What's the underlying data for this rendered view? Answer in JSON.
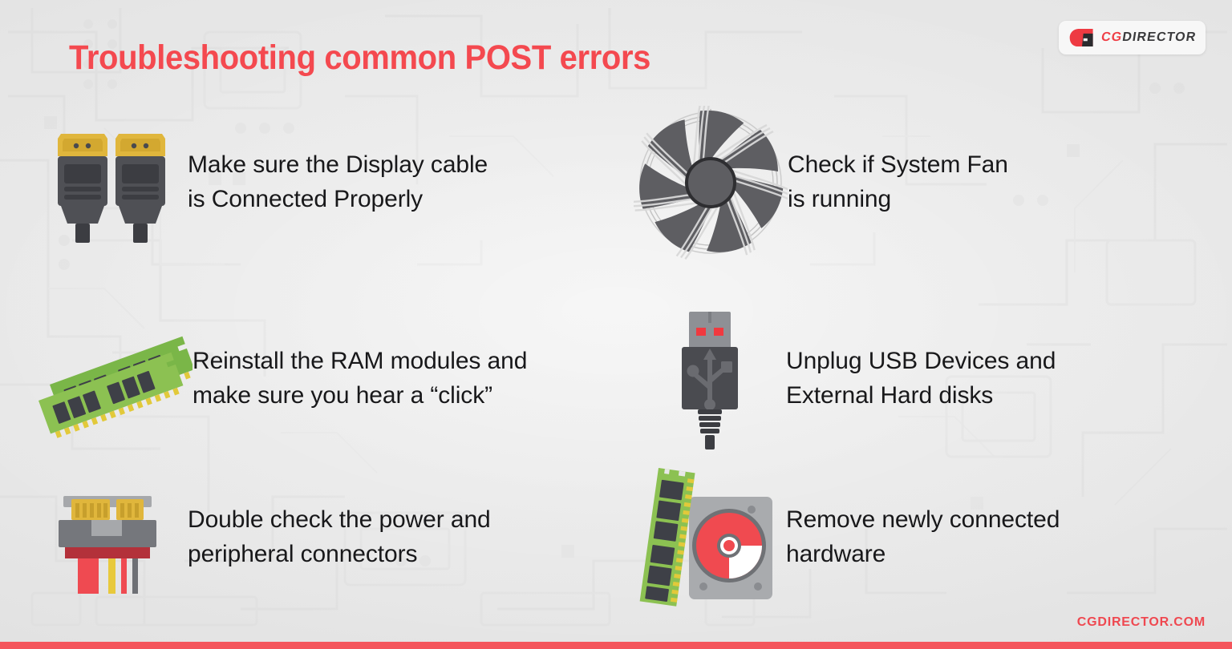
{
  "header": {
    "title": "Troubleshooting common POST errors",
    "title_color": "#f4494f",
    "logo_cg": "CG",
    "logo_director": "DIRECTOR",
    "logo_mark_name": "cgdirector-g-mark"
  },
  "items": [
    {
      "icon": "hdmi-display-cable-icon",
      "text": "Make sure the Display cable\nis Connected Properly"
    },
    {
      "icon": "system-fan-icon",
      "text": "Check if System Fan\nis running"
    },
    {
      "icon": "ram-modules-icon",
      "text": "Reinstall the RAM modules and\nmake sure you hear a “click”"
    },
    {
      "icon": "usb-connector-icon",
      "text": "Unplug USB Devices and\nExternal Hard disks"
    },
    {
      "icon": "power-peripheral-connector-icon",
      "text": "Double check the power and\nperipheral connectors"
    },
    {
      "icon": "ram-and-hard-drive-icon",
      "text": "Remove newly connected\nhardware"
    }
  ],
  "footer": {
    "url": "CGDIRECTOR.COM",
    "url_color": "#ef4850",
    "bar_color": "#f4555c"
  },
  "background": {
    "base_color": "#e8e8e8",
    "circuit_trace_color": "#dedede"
  }
}
